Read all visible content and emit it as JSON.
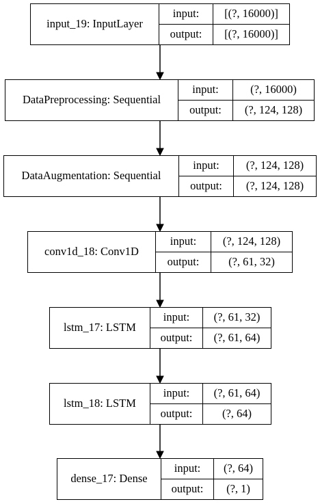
{
  "layers": [
    {
      "id": "input_19",
      "name": "input_19: InputLayer",
      "input_label": "input:",
      "output_label": "output:",
      "input_shape": "[(?, 16000)]",
      "output_shape": "[(?, 16000)]"
    },
    {
      "id": "dataprep",
      "name": "DataPreprocessing: Sequential",
      "input_label": "input:",
      "output_label": "output:",
      "input_shape": "(?, 16000)",
      "output_shape": "(?, 124, 128)"
    },
    {
      "id": "dataaug",
      "name": "DataAugmentation: Sequential",
      "input_label": "input:",
      "output_label": "output:",
      "input_shape": "(?, 124, 128)",
      "output_shape": "(?, 124, 128)"
    },
    {
      "id": "conv1d_18",
      "name": "conv1d_18: Conv1D",
      "input_label": "input:",
      "output_label": "output:",
      "input_shape": "(?, 124, 128)",
      "output_shape": "(?, 61, 32)"
    },
    {
      "id": "lstm_17",
      "name": "lstm_17: LSTM",
      "input_label": "input:",
      "output_label": "output:",
      "input_shape": "(?, 61, 32)",
      "output_shape": "(?, 61, 64)"
    },
    {
      "id": "lstm_18",
      "name": "lstm_18: LSTM",
      "input_label": "input:",
      "output_label": "output:",
      "input_shape": "(?, 61, 64)",
      "output_shape": "(?, 64)"
    },
    {
      "id": "dense_17",
      "name": "dense_17: Dense",
      "input_label": "input:",
      "output_label": "output:",
      "input_shape": "(?, 64)",
      "output_shape": "(?, 1)"
    }
  ]
}
